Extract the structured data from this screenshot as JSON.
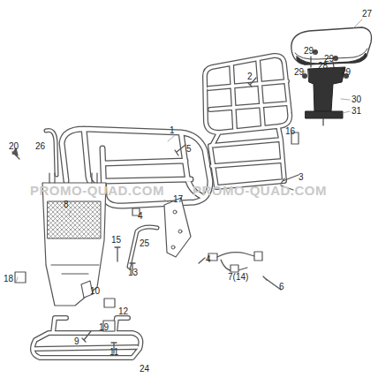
{
  "diagram": {
    "labels": [
      "27",
      "29",
      "29",
      "28",
      "29",
      "29",
      "30",
      "31",
      "2",
      "1",
      "16",
      "3",
      "5",
      "20",
      "26",
      "8",
      "17",
      "4",
      "18",
      "15",
      "13",
      "25",
      "4",
      "7(14)",
      "6",
      "10",
      "12",
      "19",
      "9",
      "11",
      "24",
      "PROMO-QUAD.COM",
      "PROMO-QUAD.COM"
    ]
  }
}
